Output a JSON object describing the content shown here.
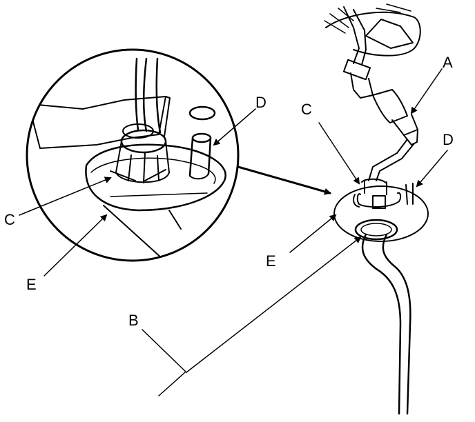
{
  "callouts": {
    "a": "A",
    "b": "B",
    "c_detail": "C",
    "c_main": "C",
    "d_detail": "D",
    "d_main": "D",
    "e_detail": "E",
    "e_main": "E"
  }
}
